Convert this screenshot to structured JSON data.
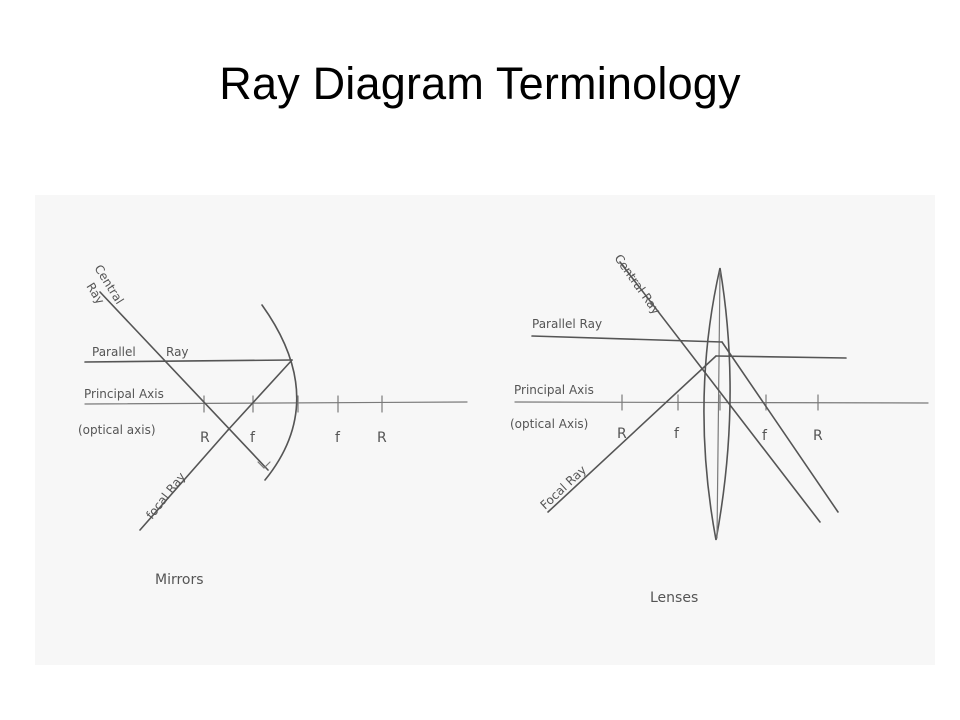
{
  "title": "Ray Diagram Terminology",
  "mirrors": {
    "caption": "Mirrors",
    "central_ray": "Central",
    "central_ray_2": "Ray",
    "parallel_ray_1": "Parallel",
    "parallel_ray_2": "Ray",
    "principal_axis": "Principal Axis",
    "optical_axis": "(optical axis)",
    "focal_ray": "focal Ray",
    "R_left": "R",
    "f_left": "f",
    "f_right": "f",
    "R_right": "R"
  },
  "lenses": {
    "caption": "Lenses",
    "central_ray": "Central Ray",
    "parallel_ray": "Parallel Ray",
    "principal_axis": "Principal Axis",
    "optical_axis": "(optical Axis)",
    "focal_ray": "Focal Ray",
    "R_left": "R",
    "f_left": "f",
    "f_right": "f",
    "R_right": "R"
  },
  "colors": {
    "pencil": "#555555",
    "paper": "#f7f7f7",
    "title": "#000000"
  }
}
